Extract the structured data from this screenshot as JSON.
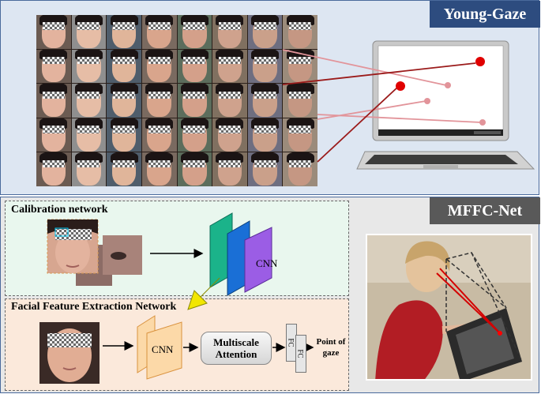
{
  "top_panel": {
    "title": "Young-Gaze"
  },
  "bottom_panel": {
    "title": "MFFC-Net",
    "calibration_label": "Calibration network",
    "calibration_block": "CNN",
    "feature_label": "Facial Feature Extraction Network",
    "feature_block": "CNN",
    "attention_line1": "Multiscale",
    "attention_line2": "Attention",
    "fc1": "FC",
    "fc2": "FC",
    "output_line1": "Point of",
    "output_line2": "gaze"
  },
  "colors": {
    "header_blue": "#2d4c7f",
    "header_grey": "#595959",
    "gaze_dark_red": "#9b1b1b",
    "gaze_pink": "#e2949a",
    "gaze_dot_red": "#e00000",
    "cnn_green": "#1bb38a",
    "cnn_purple": "#9b5de5",
    "cnn_orange": "#fcd9a8",
    "arrow_yellow": "#f2e600"
  }
}
